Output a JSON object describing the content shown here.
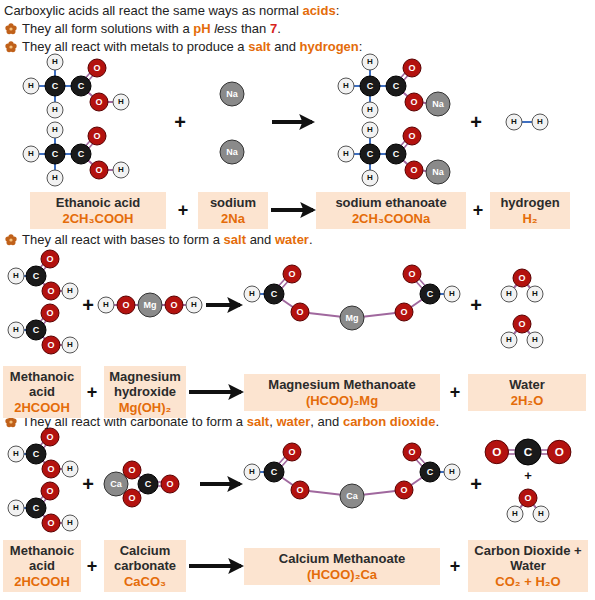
{
  "diagram": {
    "nodes": [
      {
        "text": [
          "Ethanoic acid",
          "2CH₃COOH"
        ]
      },
      {
        "text": [
          "sodium",
          "2Na"
        ]
      },
      {
        "text": [
          "sodium ethanoate",
          "2CH₃COONa"
        ]
      },
      {
        "text": [
          "hydrogen",
          "H₂"
        ]
      },
      {
        "text": [
          "Methanoic acid",
          "2HCOOH"
        ]
      },
      {
        "text": [
          "Magnesium hydroxide",
          "Mg(OH)₂"
        ]
      },
      {
        "text": [
          "Magnesium Methanoate",
          "(HCOO)₂Mg"
        ]
      },
      {
        "text": [
          "Water",
          "2H₂O"
        ]
      },
      {
        "text": [
          "Methanoic acid",
          "2HCOOH"
        ]
      },
      {
        "text": [
          "Calcium carbonate",
          "CaCO₃"
        ]
      },
      {
        "text": [
          "Calcium Methanoate",
          "(HCOO)₂Ca"
        ]
      },
      {
        "text": [
          "Carbon Dioxide + Water",
          "CO₂ + H₂O"
        ]
      }
    ],
    "edges": [
      {
        "from": 1,
        "to": 2,
        "arrow": "to"
      },
      {
        "from": 5,
        "to": 6,
        "arrow": "to"
      },
      {
        "from": 9,
        "to": 10,
        "arrow": "to"
      }
    ],
    "labels": [
      "Carboxylic acids all react the same ways as normal",
      "acids",
      ":",
      "They all form solutions with a",
      "pH",
      "less",
      "than",
      "7",
      ".",
      "They all react with metals to produce a",
      "salt",
      "and",
      "hydrogen",
      ":",
      "H",
      "H",
      "C",
      "H",
      "C",
      "O",
      "O",
      "H",
      "H",
      "H",
      "C",
      "H",
      "C",
      "O",
      "O",
      "H",
      "+",
      "Na",
      "Na",
      "H",
      "H",
      "C",
      "H",
      "C",
      "O",
      "O",
      "Na",
      "H",
      "H",
      "C",
      "H",
      "C",
      "O",
      "O",
      "Na",
      "+",
      "H",
      "H",
      "+",
      "+",
      "They all react with bases to form a",
      "salt",
      "and",
      "water",
      ".",
      "H",
      "C",
      "O",
      "O",
      "H",
      "H",
      "C",
      "O",
      "O",
      "H",
      "+",
      "H",
      "O",
      "Mg",
      "O",
      "H",
      "H",
      "C",
      "O",
      "O",
      "Mg",
      "O",
      "C",
      "O",
      "H",
      "+",
      "O",
      "H",
      "H",
      "O",
      "H",
      "H",
      "+",
      "+",
      "They all react with carbonate to form a",
      "salt",
      ",",
      "water",
      ", and",
      "carbon dioxide",
      ".",
      "H",
      "C",
      "O",
      "O",
      "H",
      "H",
      "C",
      "O",
      "O",
      "H",
      "+",
      "Ca",
      "O",
      "O",
      "C",
      "O",
      "H",
      "C",
      "O",
      "O",
      "Ca",
      "O",
      "C",
      "O",
      "H",
      "+",
      "O",
      "C",
      "O",
      "+",
      "O",
      "H",
      "H",
      "+",
      "+"
    ]
  }
}
